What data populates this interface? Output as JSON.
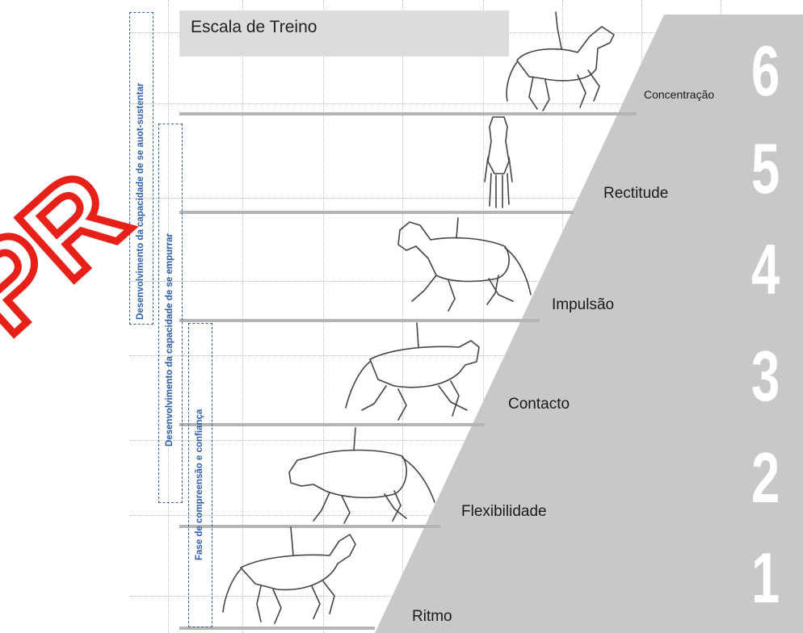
{
  "title": "Escala de Treino",
  "steps": [
    {
      "number": "1",
      "label": "Ritmo"
    },
    {
      "number": "2",
      "label": "Flexibilidade"
    },
    {
      "number": "3",
      "label": "Contacto"
    },
    {
      "number": "4",
      "label": "Impulsão"
    },
    {
      "number": "5",
      "label": "Rectitude"
    },
    {
      "number": "6",
      "label": "Concentração"
    }
  ],
  "phases": [
    {
      "label": "Desenvolvimento da capacidade de se auot-sustentar"
    },
    {
      "label": "Desenvolvimento da capacidade de se empurrar"
    },
    {
      "label": "Fase de compreensão e confiança"
    }
  ],
  "watermark": "PR",
  "colors": {
    "staircase": "#c8c8c8",
    "band_line": "#b4b4b4",
    "bracket": "#2d5ea8",
    "watermark": "#e8201a"
  }
}
